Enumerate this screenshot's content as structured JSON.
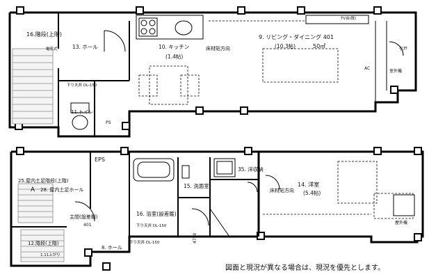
{
  "upper_floor": {
    "rooms": {
      "stairs_up": "16.階段(上階)",
      "hall": "13. ホール",
      "kitchen_name": "10. キッチン",
      "kitchen_size": "(1.4帖)",
      "living_name": "9. リビング・ダイニング 401",
      "living_size": "(10.3帖)",
      "living_area": "50㎡",
      "toilet": "11.トイレ"
    },
    "labels": {
      "floor_direction": "床材貼方向",
      "tv_unit": "TV台(既)",
      "balcony_door": "引戸",
      "indoor_unit": "室外機",
      "electric": "電気式",
      "hallway_note": "下り天井 DL-150",
      "ac": "AC",
      "ps": "PS"
    }
  },
  "lower_floor": {
    "rooms": {
      "indoor_step_stairs": "25.屋内土足階段(上階)",
      "indoor_step_hall": "28. 屋内土足ホール",
      "entrance": "主間(設差棚)",
      "entrance_no": "401",
      "stairs_up2": "12.階段(上階)",
      "hall8": "8. ホール",
      "bath": "16. 浴室(設差暖)",
      "washroom": "15. 洗面室",
      "storage": "35. 洋収納",
      "western_name": "14. 洋室",
      "western_size": "(5.4帖)",
      "outdoor": "屋外機"
    },
    "labels": {
      "eps": "EPS",
      "floor_direction2": "床材貼方向",
      "ceiling_note": "下り天井 DL-150",
      "ceiling_note2": "下り天井 DL-150",
      "up_note": "1.11上がり",
      "dimension": "4750",
      "unit_a": "A"
    }
  },
  "footer_note": "図面と現況が異なる場合は、現況を優先とします。"
}
